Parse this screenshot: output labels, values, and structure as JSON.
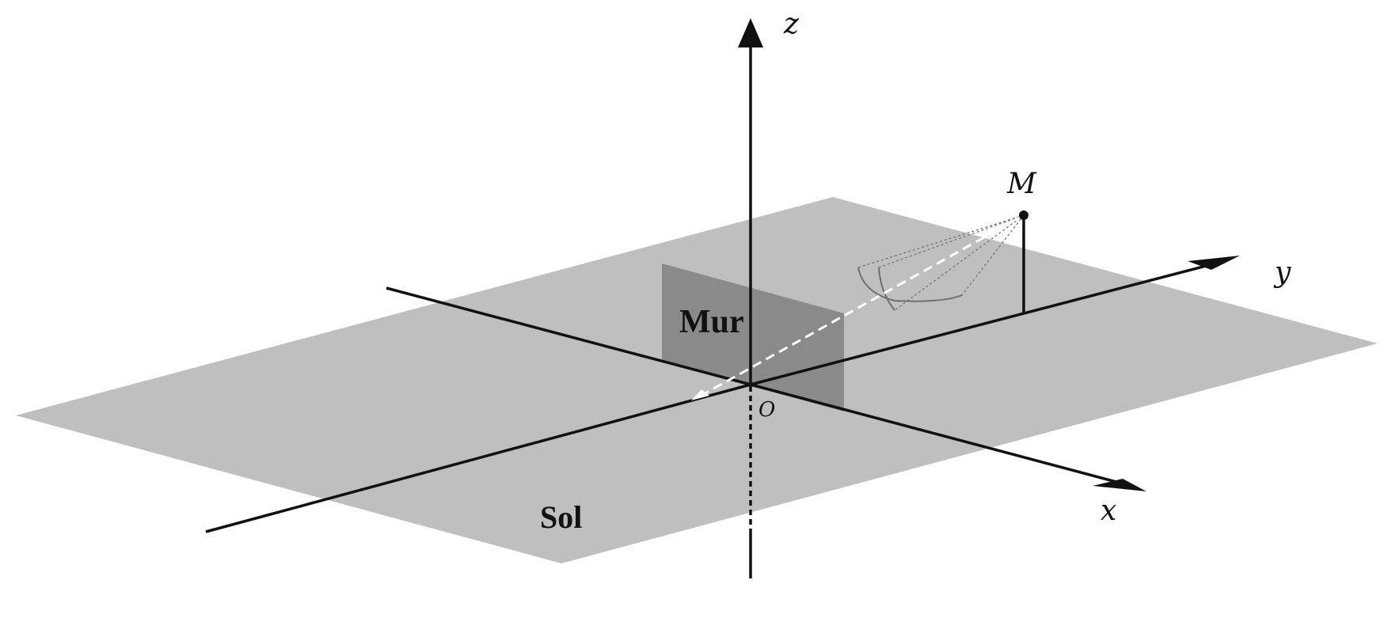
{
  "labels": {
    "z_axis": "z",
    "y_axis": "y",
    "x_axis": "x",
    "origin": "O",
    "point": "M",
    "wall": "Mur",
    "floor": "Sol"
  },
  "colors": {
    "floor": "#bfbfbf",
    "wall": "#8a8a8a",
    "axis": "#111111",
    "ray_cone": "#6e6e6e",
    "ray": "#ffffff"
  }
}
